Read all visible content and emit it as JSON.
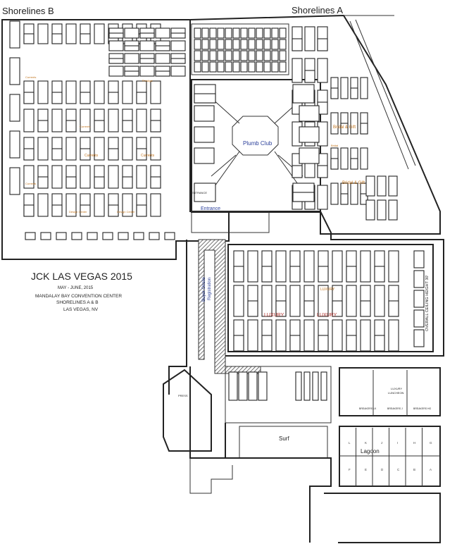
{
  "map": {
    "hall_labels": {
      "shorelines_b": "Shorelines B",
      "shorelines_a": "Shorelines A",
      "plumb_club": "Plumb Club",
      "entrance": "Entrance",
      "entrance_small": "ENTRANCE",
      "registration_line1": "Buyer Onsite",
      "registration_line2": "Registration",
      "luxury": "LUXURY",
      "luxury_small": "LUXURY",
      "ceiling": "OVERALL CEILING HEIGHT 30'",
      "bridal_gift": "Bridal & Gift",
      "bridal": "Bridal",
      "currents": "Currents",
      "prestige": "Prestige",
      "design_center": "Design Center",
      "surf": "Surf",
      "lagoon": "Lagoon",
      "luxury_luncheon_1": "LUXURY",
      "luxury_luncheon_2": "LUNCHEON",
      "breakers_lk": "BREAKERS LK",
      "breakers_j": "BREAKERS J",
      "breakers_hg": "BREAKERS HG",
      "press": "PRESS"
    },
    "lagoon_rooms_top": [
      "L",
      "K",
      "J",
      "I",
      "H",
      "G"
    ],
    "lagoon_rooms_bottom": [
      "F",
      "E",
      "D",
      "C",
      "B",
      "A"
    ],
    "title_block": {
      "title": "JCK LAS VEGAS 2015",
      "dates": "MAY - JUNE, 2015",
      "venue": "MANDALAY BAY CONVENTION CENTER",
      "halls": "SHORELINES A & B",
      "city": "LAS VEGAS, NV"
    },
    "colors": {
      "blue": "#2a3f9a",
      "red": "#b2302a",
      "orange": "#c2751f"
    }
  }
}
